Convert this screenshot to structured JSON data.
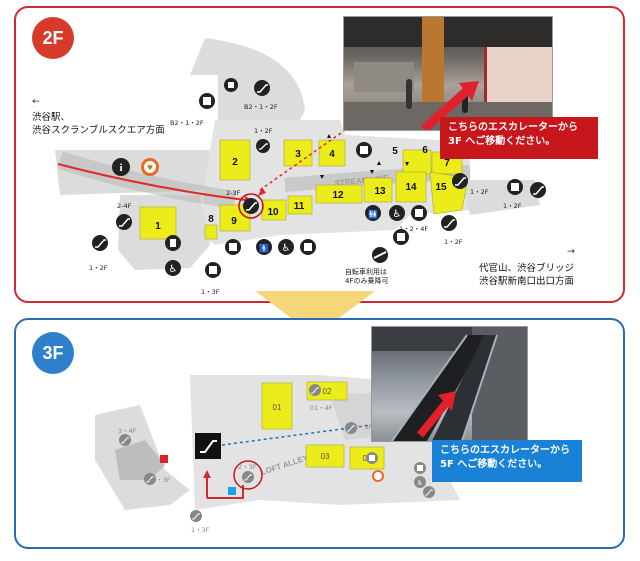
{
  "floor_2f": {
    "badge": "2F",
    "callout": [
      "こちらのエスカレーターから",
      "3F へご移動ください。"
    ],
    "left_direction": [
      "渋谷駅、",
      "渋谷スクランブルスクエア方面"
    ],
    "right_direction": [
      "代官山、渋谷ブリッジ",
      "渋谷駅新南口出口方面"
    ],
    "bicycle_note": [
      "自転車利用は",
      "4Fのみ乗降可"
    ],
    "stream_line_label": "STREAM LINE",
    "store_numbers": [
      "1",
      "2",
      "3",
      "4",
      "5",
      "6",
      "7",
      "8",
      "9",
      "10",
      "11",
      "12",
      "13",
      "14",
      "15"
    ],
    "floor_labels": {
      "b2_1_2f_left": "B2・1・2F",
      "b2_1_2f_mid": "B2・1・2F",
      "f1_2f_top": "1・2F",
      "f2_3f": "2-3F",
      "f2_4f": "2-4F",
      "f1_2f_left": "1・2F",
      "f1_3f": "1・3F",
      "f1_2_4f": "1・2・4F",
      "f1_2f_right_a": "1・2F",
      "f1_2f_right_b": "1・2F",
      "f1_2f_right_c": "1・2F"
    }
  },
  "floor_3f": {
    "badge": "3F",
    "callout": [
      "こちらのエスカレーターから",
      "5F へご移動ください。"
    ],
    "loft_alley_label": "LOFT ALLEY",
    "store_labels": [
      "01",
      "02",
      "03",
      "04"
    ],
    "floor_labels": {
      "f3_4f": "3・4F",
      "f2_3f_left": "2・3F",
      "f2_3f_center": "2・3F",
      "f2_3f_right": "2・3F",
      "f01_4f": "01・4F",
      "f1_3f": "1・3F"
    }
  },
  "colors": {
    "red_accent": "#d3292f",
    "blue_accent": "#2a6db5",
    "store_yellow": "#ecec1a",
    "arrow_between": "#f5d77a"
  },
  "icons": [
    "escalator-icon",
    "elevator-icon",
    "toilet-icon",
    "accessible-icon",
    "info-icon",
    "heart-icon",
    "nursing-room-icon",
    "bicycle-parking-icon"
  ]
}
